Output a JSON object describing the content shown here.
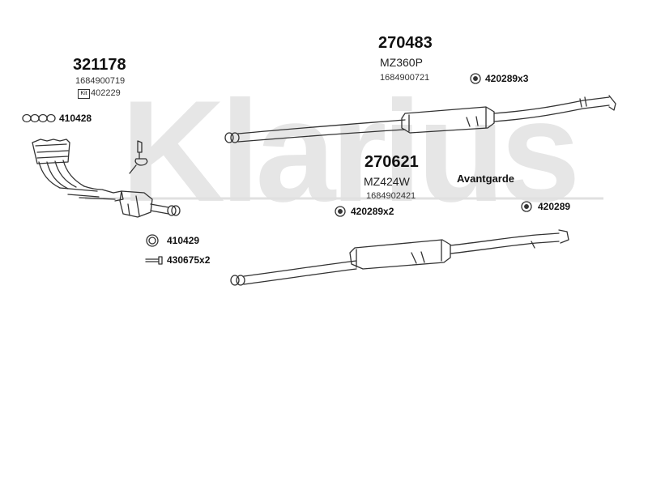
{
  "watermark": "Klarius",
  "assemblies": [
    {
      "part_number": "321178",
      "code": "",
      "oem": "1684900719"
    },
    {
      "part_number": "270483",
      "code": "MZ360P",
      "oem": "1684900721"
    },
    {
      "part_number": "270621",
      "code": "MZ424W",
      "oem": "1684902421"
    }
  ],
  "kit": {
    "badge": "Kit",
    "number": "402229"
  },
  "fittings": [
    {
      "code": "410428"
    },
    {
      "code": "420289x3"
    },
    {
      "code": "420289x2"
    },
    {
      "code": "420289"
    },
    {
      "code": "410429"
    },
    {
      "code": "430675x2"
    }
  ],
  "variant_label": "Avantgarde",
  "colors": {
    "watermark": "#e6e6e6",
    "line_art": "#333333",
    "text": "#111111"
  }
}
